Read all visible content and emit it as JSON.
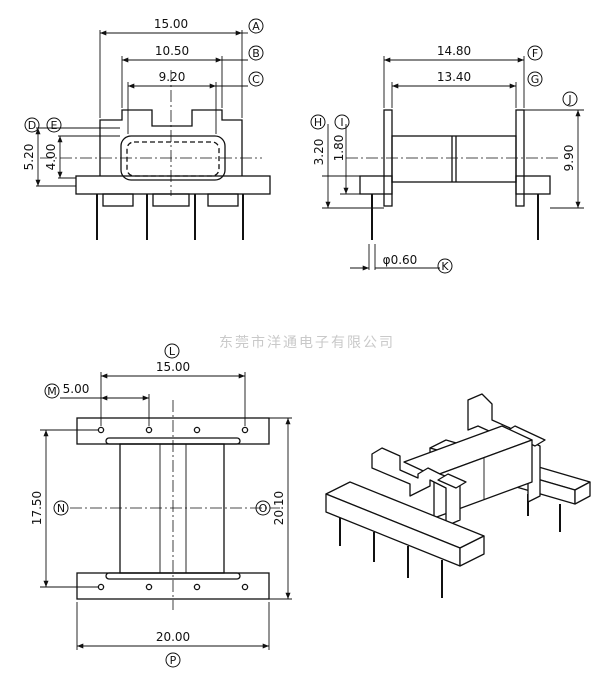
{
  "watermark": "东莞市洋通电子有限公司",
  "front_view": {
    "dims": {
      "overall_width": "15.00",
      "outer_width": "10.50",
      "inner_width": "9.20",
      "height_total": "5.20",
      "height_inner": "4.00"
    },
    "labels": {
      "A": "A",
      "B": "B",
      "C": "C",
      "D": "D",
      "E": "E"
    }
  },
  "side_view": {
    "dims": {
      "overall_length": "14.80",
      "inner_length": "13.40",
      "height": "9.90",
      "flange_height": "3.20",
      "tab_height": "1.80",
      "pin_diameter": "φ0.60"
    },
    "labels": {
      "F": "F",
      "G": "G",
      "H": "H",
      "I": "I",
      "J": "J",
      "K": "K"
    }
  },
  "top_view": {
    "dims": {
      "pin_span": "15.00",
      "pin_pitch": "5.00",
      "inner_length": "17.50",
      "overall_length": "20.10",
      "overall_width": "20.00"
    },
    "labels": {
      "L": "L",
      "M": "M",
      "N": "N",
      "O": "O",
      "P": "P"
    }
  },
  "iso_view": {
    "label": "isometric"
  }
}
